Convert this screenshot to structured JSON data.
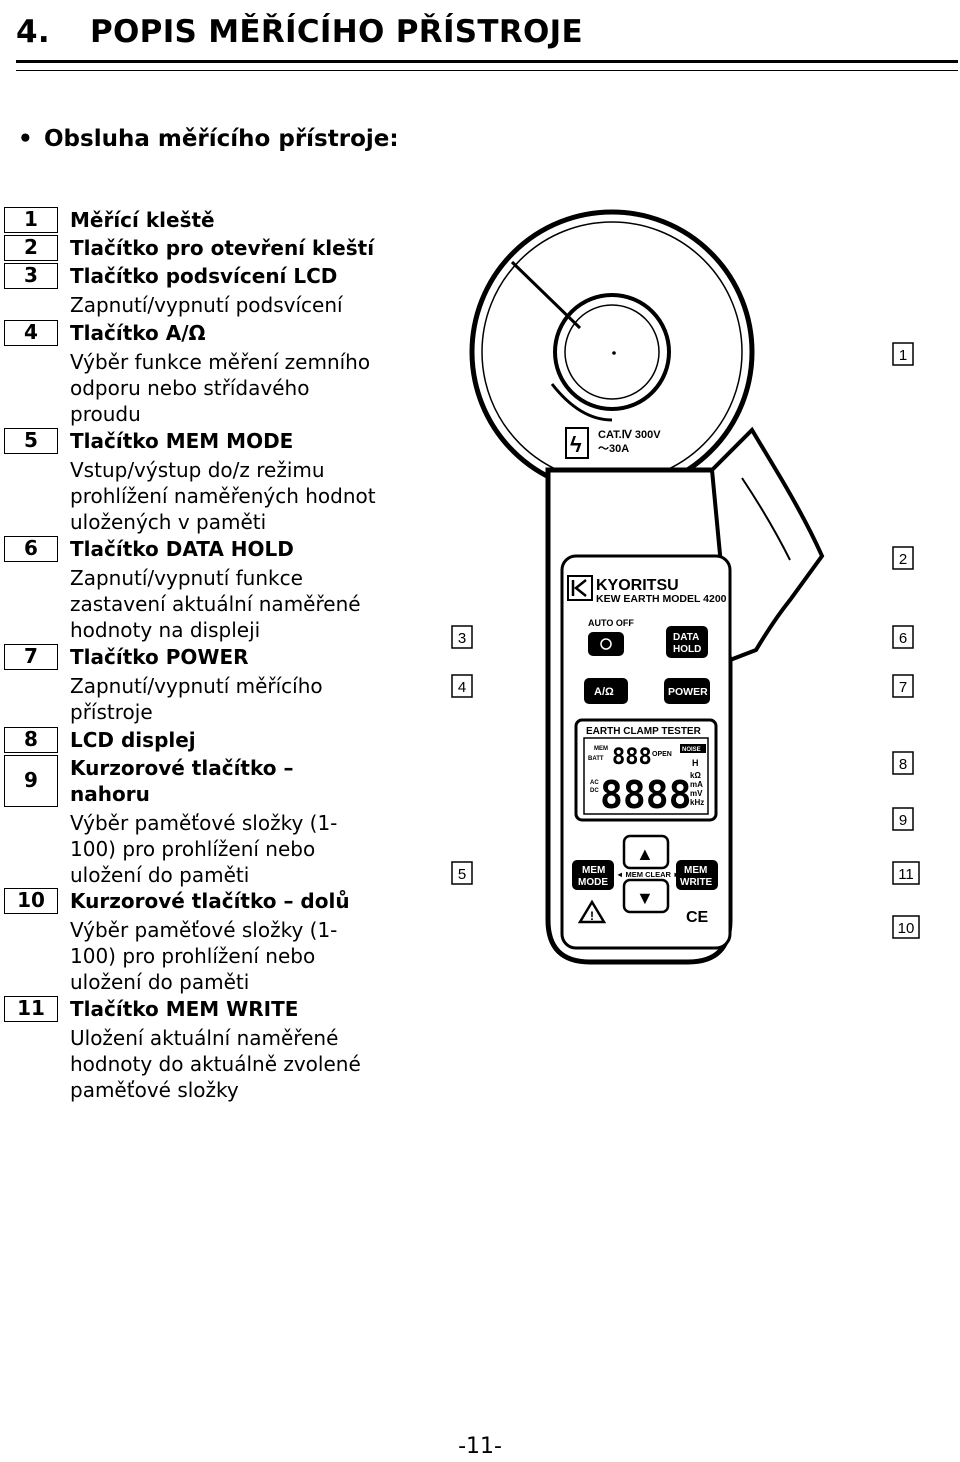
{
  "section": {
    "number": "4.",
    "title": "POPIS MĚŘÍCÍHO PŘÍSTROJE"
  },
  "subsection": {
    "bullet": "•",
    "title": "Obsluha měřícího přístroje:"
  },
  "items": [
    {
      "num": "1",
      "title": "Měřící kleště",
      "desc": []
    },
    {
      "num": "2",
      "title": "Tlačítko pro otevření kleští",
      "desc": []
    },
    {
      "num": "3",
      "title": "Tlačítko podsvícení LCD",
      "desc": [
        "Zapnutí/vypnutí podsvícení"
      ]
    },
    {
      "num": "4",
      "title": "Tlačítko A/Ω",
      "desc": [
        "Výběr funkce měření zemního",
        "odporu nebo střídavého",
        "proudu"
      ]
    },
    {
      "num": "5",
      "title": "Tlačítko MEM MODE",
      "desc": [
        "Vstup/výstup do/z režimu",
        "prohlížení naměřených hodnot",
        "uložených v paměti"
      ]
    },
    {
      "num": "6",
      "title": "Tlačítko DATA HOLD",
      "desc": [
        "Zapnutí/vypnutí funkce",
        "zastavení aktuální naměřené",
        "hodnoty na displeji"
      ]
    },
    {
      "num": "7",
      "title": "Tlačítko POWER",
      "desc": [
        "Zapnutí/vypnutí měřícího",
        "přístroje"
      ]
    },
    {
      "num": "8",
      "title": "LCD displej",
      "desc": []
    },
    {
      "num": "9",
      "title": [
        "Kurzorové tlačítko –",
        "nahoru"
      ],
      "desc": [
        "Výběr paměťové složky (1-",
        "100) pro prohlížení nebo",
        "uložení do paměti"
      ]
    },
    {
      "num": "10",
      "title": "Kurzorové tlačítko – dolů",
      "desc": [
        "Výběr paměťové složky (1-",
        "100) pro prohlížení nebo",
        "uložení do paměti"
      ]
    },
    {
      "num": "11",
      "title": "Tlačítko MEM WRITE",
      "desc": [
        "Uložení aktuální naměřené",
        "hodnoty do aktuálně zvolené",
        "paměťové složky"
      ]
    }
  ],
  "figure": {
    "brand": "KYORITSU",
    "model": "KEW EARTH MODEL 4200",
    "cat": "CAT.Ⅳ 300V",
    "current": "～30A",
    "auto_off": "AUTO OFF",
    "data_hold": [
      "DATA",
      "HOLD"
    ],
    "a_ohm": "A/Ω",
    "power": "POWER",
    "lcd_title": "EARTH CLAMP TESTER",
    "lcd_mem": "MEM",
    "lcd_batt": "BATT",
    "lcd_digits_small": "888",
    "lcd_digits_big": "8888",
    "lcd_open": "OPEN",
    "lcd_noise": "NOISE",
    "lcd_h": "H",
    "lcd_units": [
      "kΩ",
      "mA",
      "mV",
      "kHz"
    ],
    "lcd_ac_dc": [
      "AC",
      "DC"
    ],
    "mem_mode": [
      "MEM",
      "MODE"
    ],
    "mem_write": [
      "MEM",
      "WRITE"
    ],
    "mem_clear": "◄ MEM CLEAR ►",
    "up_arrow": "▲",
    "down_arrow": "▼",
    "warning_symbol": "!",
    "ce_mark": "CE",
    "lightning_symbol": "ϟ",
    "callouts": [
      "1",
      "2",
      "3",
      "4",
      "5",
      "6",
      "7",
      "8",
      "9",
      "10",
      "11"
    ]
  },
  "page_number": "-11-"
}
